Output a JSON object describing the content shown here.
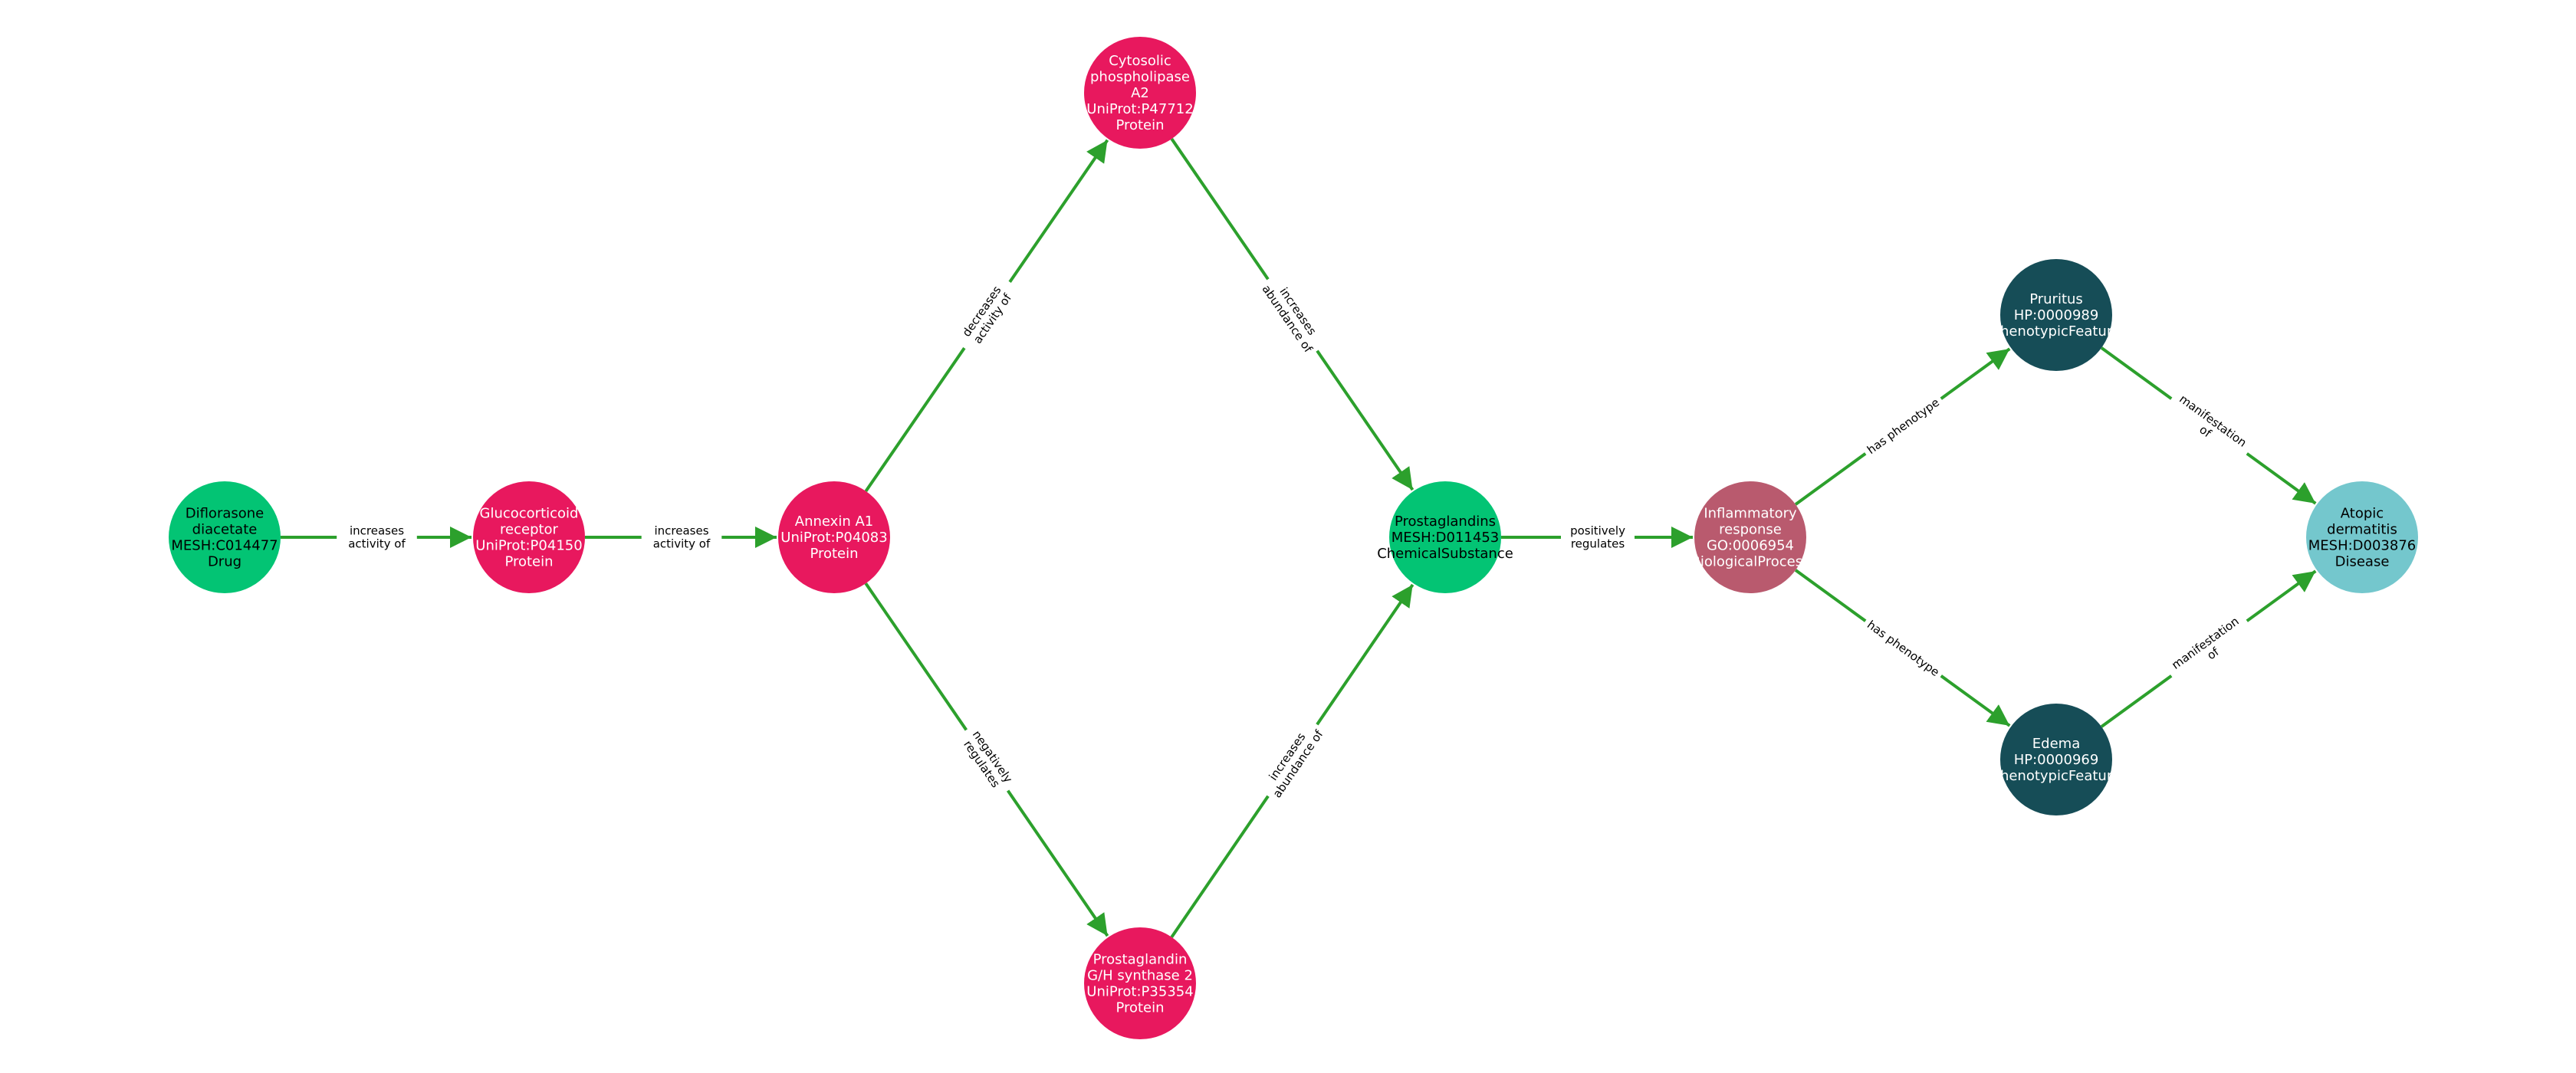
{
  "colors": {
    "edge": "#2ca02c",
    "background": "#ffffff"
  },
  "nodes": [
    {
      "id": "diflorasone",
      "lines": [
        "Diflorasone",
        "diacetate",
        "MESH:C014477",
        "Drug"
      ],
      "color": "#03c474",
      "text_color": "#000000"
    },
    {
      "id": "glucocorticoid",
      "lines": [
        "Glucocorticoid",
        "receptor",
        "UniProt:P04150",
        "Protein"
      ],
      "color": "#e8185e",
      "text_color": "#ffffff"
    },
    {
      "id": "annexin",
      "lines": [
        "Annexin A1",
        "UniProt:P04083",
        "Protein"
      ],
      "color": "#e8185e",
      "text_color": "#ffffff"
    },
    {
      "id": "cpla2",
      "lines": [
        "Cytosolic",
        "phospholipase",
        "A2",
        "UniProt:P47712",
        "Protein"
      ],
      "color": "#e8185e",
      "text_color": "#ffffff"
    },
    {
      "id": "ptgs2",
      "lines": [
        "Prostaglandin",
        "G/H synthase 2",
        "UniProt:P35354",
        "Protein"
      ],
      "color": "#e8185e",
      "text_color": "#ffffff"
    },
    {
      "id": "prostaglandins",
      "lines": [
        "Prostaglandins",
        "MESH:D011453",
        "ChemicalSubstance"
      ],
      "color": "#03c474",
      "text_color": "#000000"
    },
    {
      "id": "inflammatory",
      "lines": [
        "Inflammatory",
        "response",
        "GO:0006954",
        "BiologicalProcess"
      ],
      "color": "#b95a6e",
      "text_color": "#ffffff"
    },
    {
      "id": "pruritus",
      "lines": [
        "Pruritus",
        "HP:0000989",
        "PhenotypicFeature"
      ],
      "color": "#164d57",
      "text_color": "#ffffff"
    },
    {
      "id": "edema",
      "lines": [
        "Edema",
        "HP:0000969",
        "PhenotypicFeature"
      ],
      "color": "#164d57",
      "text_color": "#ffffff"
    },
    {
      "id": "atopic",
      "lines": [
        "Atopic",
        "dermatitis",
        "MESH:D003876",
        "Disease"
      ],
      "color": "#74c7cd",
      "text_color": "#000000"
    }
  ],
  "edges": [
    {
      "source": "diflorasone",
      "target": "glucocorticoid",
      "lines": [
        "increases",
        "activity of"
      ]
    },
    {
      "source": "glucocorticoid",
      "target": "annexin",
      "lines": [
        "increases",
        "activity of"
      ]
    },
    {
      "source": "annexin",
      "target": "cpla2",
      "lines": [
        "decreases",
        "activity of"
      ]
    },
    {
      "source": "annexin",
      "target": "ptgs2",
      "lines": [
        "negatively",
        "regulates"
      ]
    },
    {
      "source": "cpla2",
      "target": "prostaglandins",
      "lines": [
        "increases",
        "abundance of"
      ]
    },
    {
      "source": "ptgs2",
      "target": "prostaglandins",
      "lines": [
        "increases",
        "abundance of"
      ]
    },
    {
      "source": "prostaglandins",
      "target": "inflammatory",
      "lines": [
        "positively",
        "regulates"
      ]
    },
    {
      "source": "inflammatory",
      "target": "pruritus",
      "lines": [
        "has phenotype"
      ]
    },
    {
      "source": "inflammatory",
      "target": "edema",
      "lines": [
        "has phenotype"
      ]
    },
    {
      "source": "pruritus",
      "target": "atopic",
      "lines": [
        "manifestation",
        "of"
      ]
    },
    {
      "source": "edema",
      "target": "atopic",
      "lines": [
        "manifestation",
        "of"
      ]
    }
  ]
}
